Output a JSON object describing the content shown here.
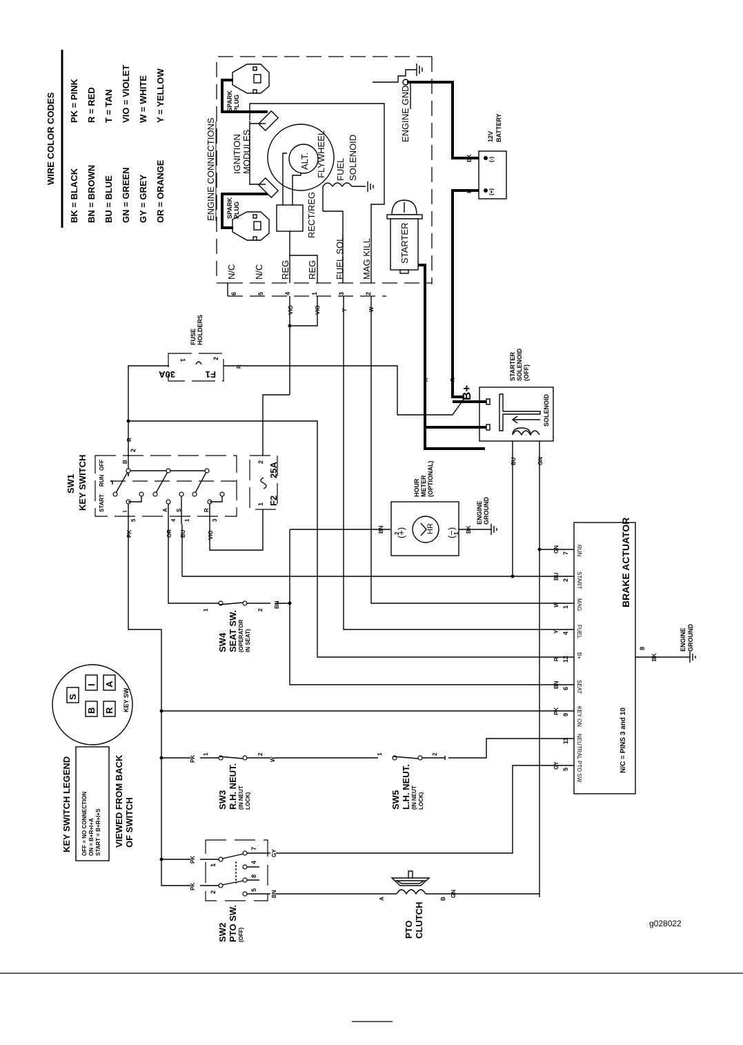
{
  "wire_color_codes": {
    "title": "WIRE COLOR CODES",
    "left": [
      "BK  =  BLACK",
      "BN  =  BROWN",
      "BU  =  BLUE",
      "GN  =  GREEN",
      "GY  =  GREY",
      "OR  =  ORANGE"
    ],
    "right": [
      "PK  =  PINK",
      "R  =  RED",
      "T  =  TAN",
      "VIO  =  VIOLET",
      "W  =  WHITE",
      "Y  =  YELLOW"
    ]
  },
  "engine": {
    "title": "ENGINE CONNECTIONS",
    "spark_plug": "SPARK",
    "spark_plug2": "PLUG",
    "ignition": "IGNITION",
    "modules": "MODULES",
    "alt": "ALT.",
    "flywheel": "FLYWHEEL",
    "fuel": "FUEL",
    "solenoid": "SOLENOID",
    "rect_reg": "RECT/REG",
    "starter": "STARTER",
    "engine_gnd": "ENGINE GND",
    "pins": [
      {
        "num": "6",
        "label": "N/C"
      },
      {
        "num": "5",
        "label": "N/C"
      },
      {
        "num": "4",
        "label": "REG"
      },
      {
        "num": "1",
        "label": "REG"
      },
      {
        "num": "3",
        "label": "FUEL SOL."
      },
      {
        "num": "2",
        "label": "MAG KILL"
      }
    ],
    "pin_wires": [
      "VIO",
      "VIO",
      "Y",
      "W"
    ]
  },
  "battery": {
    "label1": "12V",
    "label2": "BATTERY",
    "neg": "(-)",
    "pos": "(+)",
    "neg_wire": "BK",
    "pos_wire": "R"
  },
  "fuse": {
    "title1": "FUSE",
    "title2": "HOLDERS",
    "f1": "F1",
    "f1_rating": "30A",
    "f2": "F2",
    "f2_rating": "25A",
    "p1": "1",
    "p2": "2",
    "wire": "R"
  },
  "starter_solenoid": {
    "title1": "STARTER",
    "title2": "SOLENOID",
    "title3": "(OFF)",
    "inner": "SOLENOID",
    "bplus": "B+",
    "wire_r": "R",
    "wire_bu": "BU",
    "wire_gn": "GN"
  },
  "key_switch": {
    "sw": "SW1",
    "name": "KEY SWITCH",
    "start": "START",
    "run": "RUN",
    "off": "OFF",
    "terminals": [
      {
        "t": "I",
        "n": "5",
        "w": "PK"
      },
      {
        "t": "A",
        "n": "4",
        "w": "OR"
      },
      {
        "t": "S",
        "n": "1",
        "w": "BU"
      },
      {
        "t": "R",
        "n": "3",
        "w": "VIO"
      }
    ],
    "b_term": "B",
    "b_num": "2",
    "b_wire": "R"
  },
  "hour_meter": {
    "title1": "HOUR",
    "title2": "METER",
    "title3": "(OPTIONAL)",
    "plus": "(+)",
    "minus": "(−)",
    "hr": "HR",
    "p2": "2",
    "p1": "1",
    "w_in": "BN",
    "w_out": "BK",
    "gnd1": "ENGINE",
    "gnd2": "GROUND"
  },
  "brake_actuator": {
    "title": "BRAKE ACTUATOR",
    "note": "N/C = PINS 3 and 10",
    "pins": [
      {
        "name": "RUN",
        "num": "7",
        "wire": "GN"
      },
      {
        "name": "START",
        "num": "2",
        "wire": "BU"
      },
      {
        "name": "MAG",
        "num": "1",
        "wire": "W"
      },
      {
        "name": "FUEL",
        "num": "4",
        "wire": "Y"
      },
      {
        "name": "B+",
        "num": "12",
        "wire": "R"
      },
      {
        "name": "SEAT",
        "num": "6",
        "wire": "BN"
      },
      {
        "name": "KEY ON",
        "num": "9",
        "wire": "PK"
      },
      {
        "name": "NEUTRAL",
        "num": "11",
        "wire": ""
      },
      {
        "name": "PTO SW",
        "num": "5",
        "wire": "GY"
      }
    ],
    "gnd_pin": "8",
    "gnd_wire": "BK",
    "gnd1": "ENGINE",
    "gnd2": "GROUND"
  },
  "seat_switch": {
    "sw": "SW4",
    "name": "SEAT SW.",
    "sub1": "(OPERATOR",
    "sub2": "IN SEAT)",
    "p1": "1",
    "p2": "2",
    "wire": "BN"
  },
  "rh_neut": {
    "sw": "SW3",
    "name": "R.H. NEUT.",
    "sub1": "(IN NEUT",
    "sub2": "LOCK)",
    "p1": "1",
    "p2": "2",
    "w_in": "PK",
    "w_out": "W"
  },
  "lh_neut": {
    "sw": "SW5",
    "name": "L.H. NEUT.",
    "sub1": "(IN NEUT",
    "sub2": "LOCK)",
    "p1": "1",
    "p2": "2"
  },
  "pto_switch": {
    "sw": "SW2",
    "name": "PTO SW.",
    "sub": "(OFF)",
    "pins": [
      "1",
      "2",
      "7",
      "4",
      "8",
      "5"
    ],
    "w1": "PK",
    "w2": "PK",
    "w_gy": "GY",
    "w_bn": "BN"
  },
  "pto_clutch": {
    "name1": "PTO",
    "name2": "CLUTCH",
    "a": "A",
    "b": "B",
    "wire": "GN"
  },
  "key_switch_legend": {
    "title": "KEY SWITCH LEGEND",
    "rows": [
      "OFF    = NO CONNECTION",
      "ON      = B+R+I+A",
      "START = B+R+I+S"
    ],
    "viewed1": "VIEWED FROM BACK",
    "viewed2": "OF SWITCH",
    "face_terms": [
      "S",
      "B",
      "I",
      "R",
      "A"
    ],
    "face_label": "KEY SW"
  },
  "figure_id": "g028022"
}
